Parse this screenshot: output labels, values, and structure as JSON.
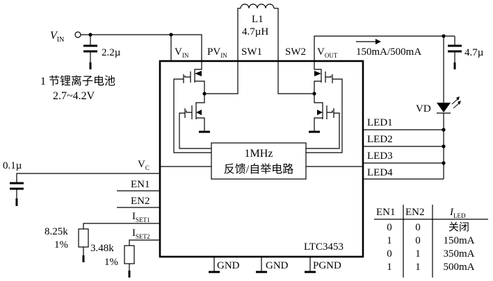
{
  "input": {
    "v_label": "V",
    "v_sub": "IN",
    "cap": "2.2µ",
    "battery_line1": "1 节锂离子电池",
    "battery_line2": "2.7~4.2V"
  },
  "inductor": {
    "ref": "L1",
    "value": "4.7µH"
  },
  "output": {
    "cap": "4.7µ",
    "current": "150mA/500mA"
  },
  "led": {
    "ref": "VD"
  },
  "chip": {
    "name": "LTC3453",
    "block_line1": "1MHz",
    "block_line2": "反馈/自举电路",
    "pins_top": [
      {
        "main": "V",
        "sub": "IN"
      },
      {
        "main": "PV",
        "sub": "IN"
      },
      {
        "main": "SW1",
        "sub": ""
      },
      {
        "main": "SW2",
        "sub": ""
      },
      {
        "main": "V",
        "sub": "OUT"
      }
    ],
    "pins_left": [
      {
        "main": "V",
        "sub": "C"
      },
      {
        "main": "EN1",
        "sub": ""
      },
      {
        "main": "EN2",
        "sub": ""
      },
      {
        "main": "I",
        "sub": "SET1"
      },
      {
        "main": "I",
        "sub": "SET2"
      }
    ],
    "pins_right": [
      "LED1",
      "LED2",
      "LED3",
      "LED4"
    ],
    "pins_bottom": [
      "GND",
      "GND",
      "PGND"
    ]
  },
  "vc_cap": "0.1µ",
  "rset1": {
    "value": "8.25k",
    "tol": "1%"
  },
  "rset2": {
    "value": "3.48k",
    "tol": "1%"
  },
  "table": {
    "headers": [
      {
        "main": "EN1",
        "sub": ""
      },
      {
        "main": "EN2",
        "sub": ""
      },
      {
        "main": "I",
        "sub": "LED"
      }
    ],
    "rows": [
      [
        "0",
        "0",
        "关闭"
      ],
      [
        "1",
        "0",
        "150mA"
      ],
      [
        "0",
        "1",
        "350mA"
      ],
      [
        "1",
        "1",
        "500mA"
      ]
    ]
  }
}
